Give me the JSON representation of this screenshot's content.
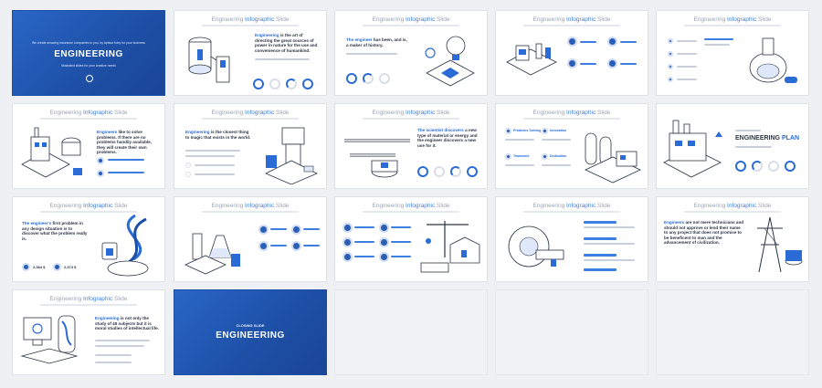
{
  "cover": {
    "subtitle": "We create amazing Insurance companies to you, by Aplaca foley for your business",
    "title": "ENGINEERING",
    "tagline": "Illustrated slides for your creative needs"
  },
  "closing": {
    "label": "CLOSING SLIDE",
    "title": "ENGINEERING"
  },
  "slide_title": {
    "prefix": "Engineering",
    "highlight": "Infographic",
    "suffix": "Slide"
  },
  "slides": {
    "s2": {
      "h1": "Engineering",
      "h2": " is the art of directing the great sources of power in nature for the use and convenience of humankind."
    },
    "s3": {
      "h1": "The engineer",
      "h2": " has been, and is, a maker of history."
    },
    "s6": {
      "h1": "Engineers",
      "h2": " like to solve problems. If there are no problems handily available, they will create their own problems."
    },
    "s7": {
      "h1": "Engineering",
      "h2": " is the closest thing to magic that exists in the world."
    },
    "s8": {
      "h1": "The scientist discovers",
      "h2": " a new type of material or energy and the engineer discovers a new use for it."
    },
    "s9": {
      "labels": [
        "Problems Solving",
        "Innovation",
        "Teamwork",
        "Dedication"
      ]
    },
    "s10": {
      "lead": "ENGINEERING",
      "accent": "PLAN"
    },
    "s11": {
      "h1": "The engineer's",
      "h2": " first problem in any design situation is to discover what the problem really is.",
      "n1": "2,384 $",
      "n2": "2,374 $"
    },
    "s15": {
      "h1": "Engineers",
      "h2": " are not mere technicians and should not approve or lend their name to any project that does not promise to be beneficent to man and the advancement of civilization."
    },
    "s16": {
      "h1": "Engineering",
      "h2": " is not only the study of 45 subjects but it is moral studies of intellectual life."
    }
  }
}
